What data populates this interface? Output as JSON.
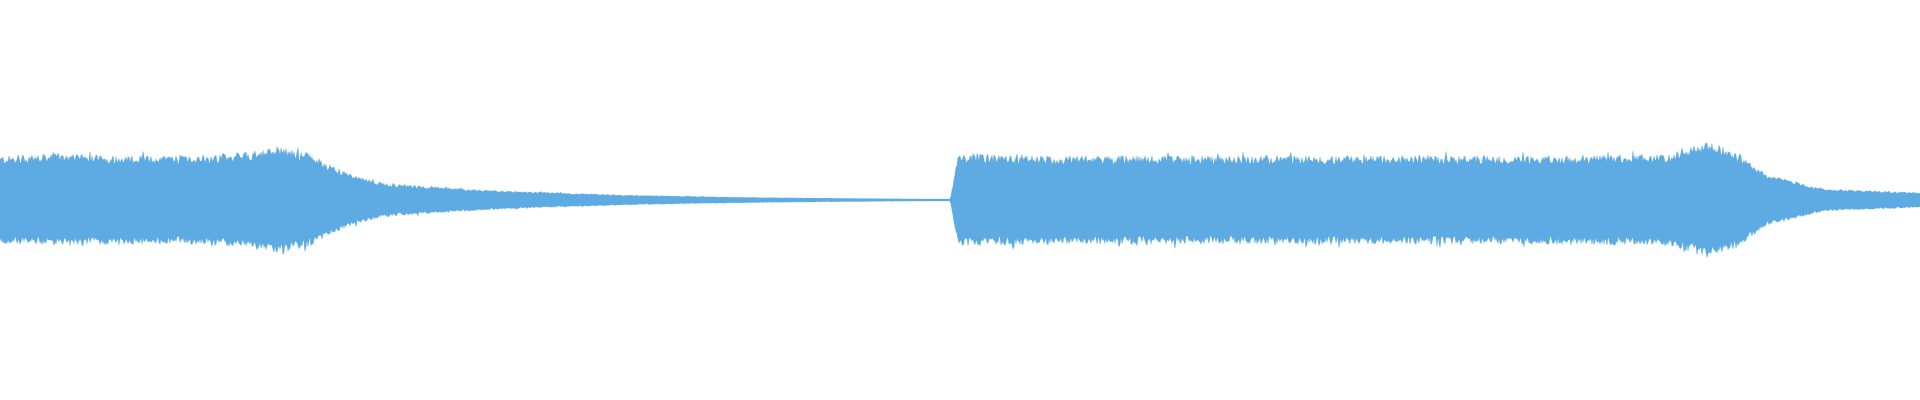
{
  "waveform": {
    "color": "#5dabe2",
    "background": "#ffffff",
    "amplitude_envelope": [
      [
        0.0,
        0.48
      ],
      [
        0.03,
        0.5
      ],
      [
        0.08,
        0.48
      ],
      [
        0.12,
        0.5
      ],
      [
        0.145,
        0.58
      ],
      [
        0.16,
        0.52
      ],
      [
        0.18,
        0.3
      ],
      [
        0.2,
        0.18
      ],
      [
        0.26,
        0.1
      ],
      [
        0.33,
        0.05
      ],
      [
        0.4,
        0.025
      ],
      [
        0.45,
        0.015
      ],
      [
        0.495,
        0.008
      ],
      [
        0.499,
        0.5
      ],
      [
        0.55,
        0.48
      ],
      [
        0.6,
        0.48
      ],
      [
        0.7,
        0.48
      ],
      [
        0.8,
        0.48
      ],
      [
        0.87,
        0.5
      ],
      [
        0.89,
        0.64
      ],
      [
        0.905,
        0.52
      ],
      [
        0.92,
        0.28
      ],
      [
        0.95,
        0.12
      ],
      [
        1.0,
        0.08
      ]
    ]
  }
}
